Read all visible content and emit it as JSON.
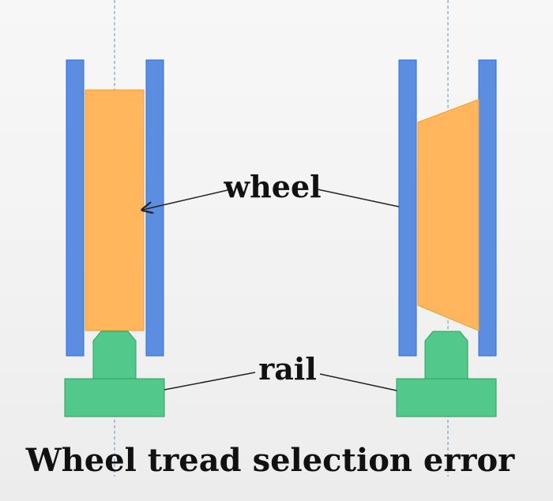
{
  "diagram": {
    "labels": {
      "wheel": "wheel",
      "rail": "rail"
    },
    "caption": "Wheel tread selection error",
    "colors": {
      "flange_side": "#5b8ee0",
      "wheel_body": "#ffb65c",
      "rail": "#52c98a",
      "outline": "#1f6ad0",
      "leader_line": "#222222",
      "centerline": "#6f8fb4"
    }
  }
}
